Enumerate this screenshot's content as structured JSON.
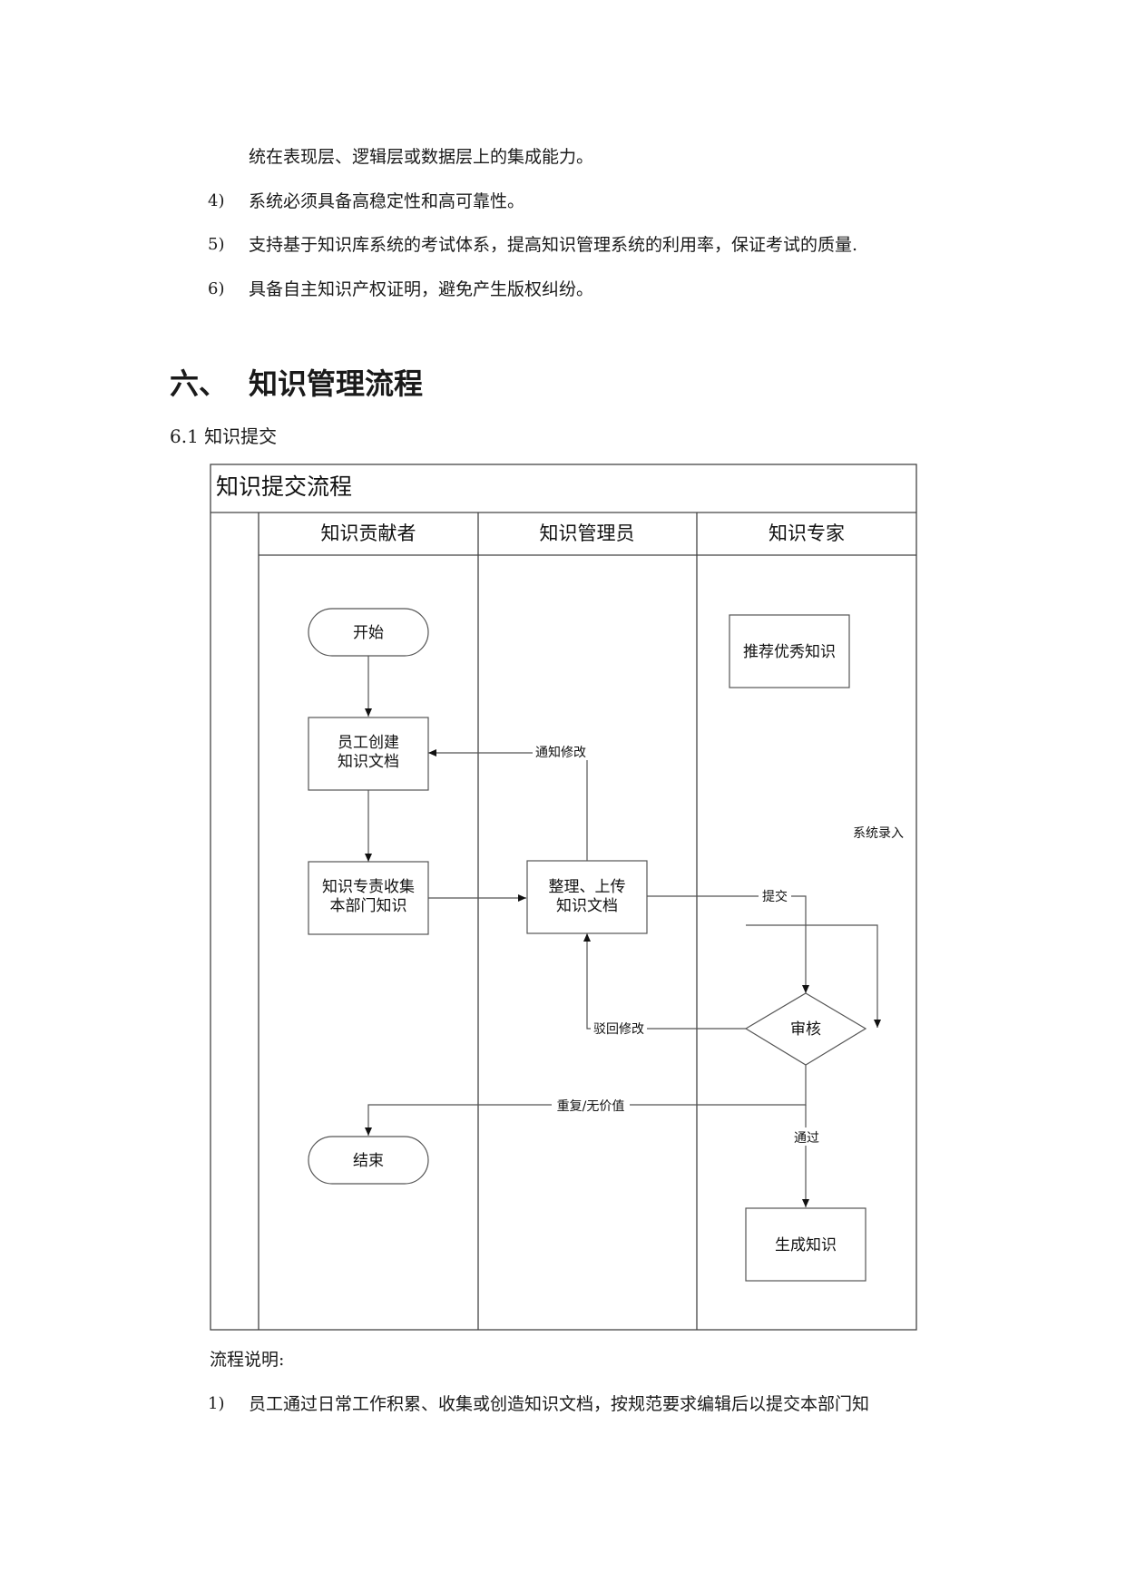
{
  "intro": {
    "line_cont": "统在表现层、逻辑层或数据层上的集成能力。",
    "items": [
      {
        "num": "4)",
        "text": "系统必须具备高稳定性和高可靠性。"
      },
      {
        "num": "5)",
        "text": "支持基于知识库系统的考试体系，提高知识管理系统的利用率，保证考试的质量."
      },
      {
        "num": "6)",
        "text": "具备自主知识产权证明，避免产生版权纠纷。"
      }
    ]
  },
  "section": {
    "number": "六、",
    "title": "知识管理流程",
    "subsection": "6.1 知识提交"
  },
  "flowchart": {
    "title": "知识提交流程",
    "lanes": [
      "知识贡献者",
      "知识管理员",
      "知识专家"
    ],
    "nodes": {
      "start": "开始",
      "create_l1": "员工创建",
      "create_l2": "知识文档",
      "collect_l1": "知识专责收集",
      "collect_l2": "本部门知识",
      "organize_l1": "整理、上传",
      "organize_l2": "知识文档",
      "recommend": "推荐优秀知识",
      "review": "审核",
      "end": "结束",
      "generate": "生成知识"
    },
    "edges": {
      "notify_modify": "通知修改",
      "system_entry": "系统录入",
      "submit": "提交",
      "reject_modify": "驳回修改",
      "duplicate_no_value": "重复/无价值",
      "pass": "通过"
    }
  },
  "footer": {
    "process_desc": "流程说明:",
    "item_num": "1)",
    "item_text": "员工通过日常工作积累、收集或创造知识文档，按规范要求编辑后以提交本部门知"
  }
}
